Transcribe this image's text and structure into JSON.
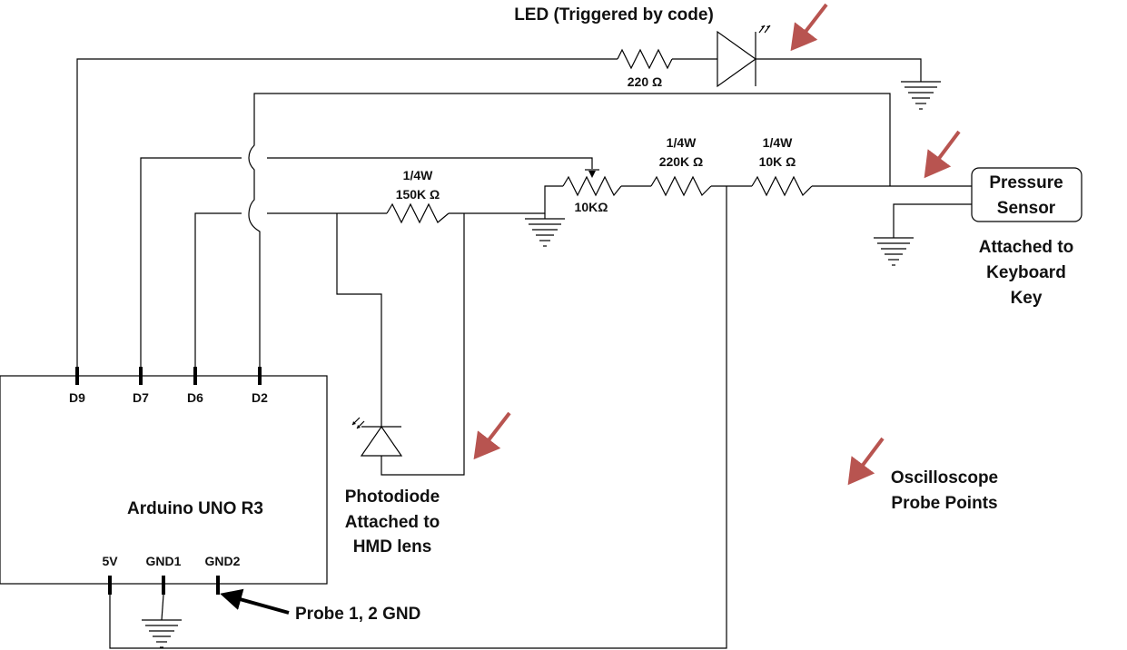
{
  "led": {
    "title": "LED (Triggered by code)",
    "resistor": "220 Ω"
  },
  "arduino": {
    "name": "Arduino UNO R3",
    "pins_top": [
      "D9",
      "D7",
      "D6",
      "D2"
    ],
    "pins_bottom": [
      "5V",
      "GND1",
      "GND2"
    ]
  },
  "resistors": {
    "r150k": {
      "power": "1/4W",
      "value": "150K Ω"
    },
    "pot": {
      "value": "10KΩ"
    },
    "r220k": {
      "power": "1/4W",
      "value": "220K Ω"
    },
    "r10k": {
      "power": "1/4W",
      "value": "10K Ω"
    }
  },
  "pressure": {
    "line1": "Pressure",
    "line2": "Sensor",
    "note": [
      "Attached to",
      "Keyboard",
      "Key"
    ]
  },
  "photodiode": {
    "note": [
      "Photodiode",
      "Attached to",
      "HMD lens"
    ]
  },
  "probe_gnd": "Probe 1, 2 GND",
  "legend": {
    "line1": "Oscilloscope",
    "line2": "Probe Points"
  },
  "colors": {
    "arrow": "#b85450",
    "wire": "#000000"
  }
}
